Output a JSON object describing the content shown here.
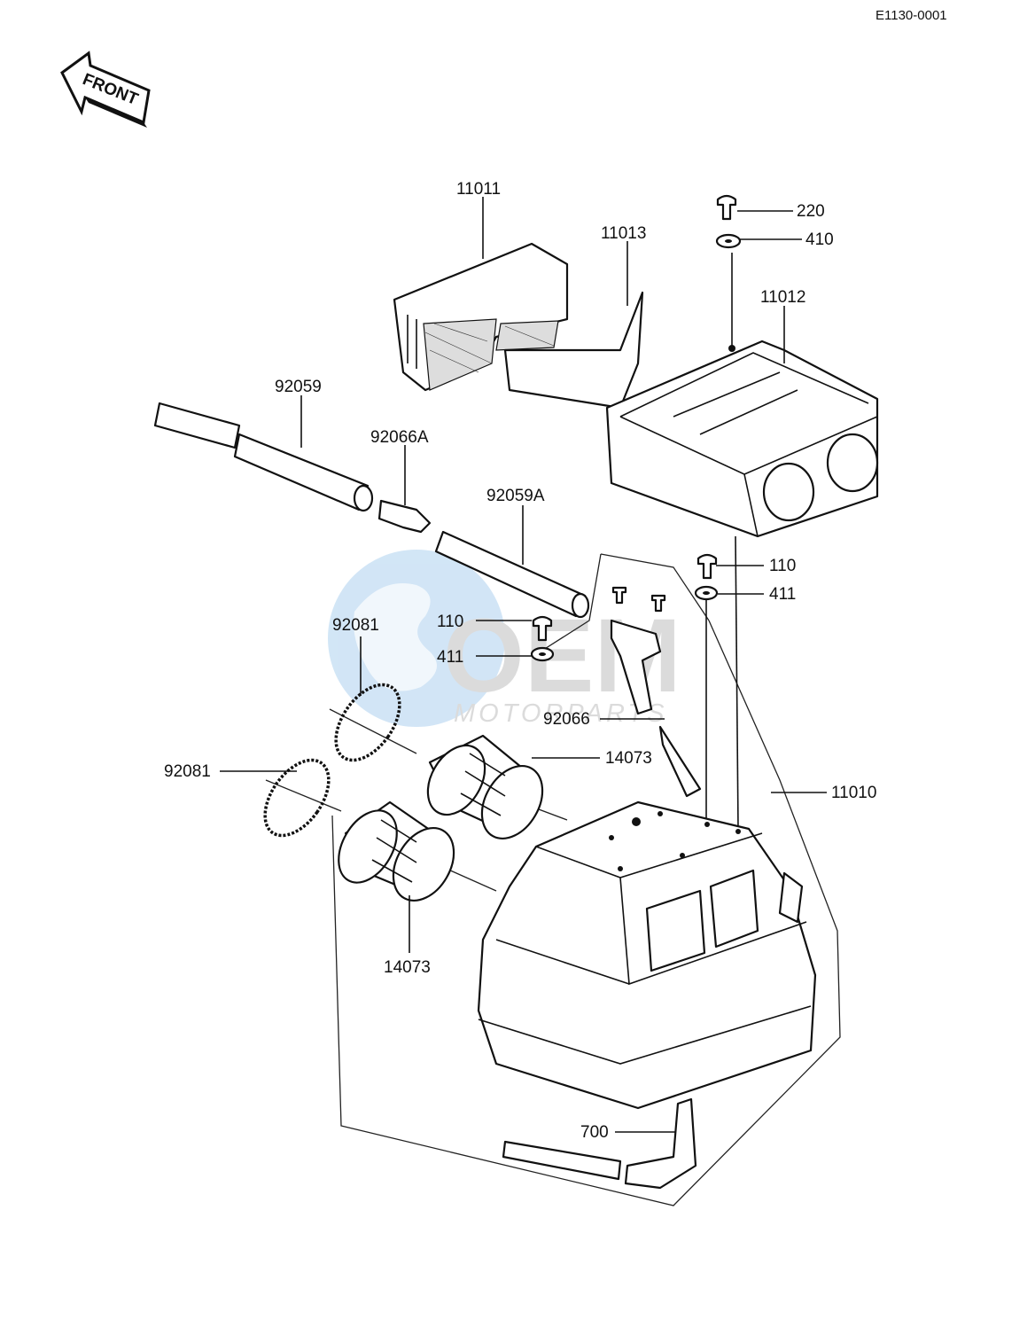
{
  "diagram": {
    "reference_code": "E1130-0001",
    "front_arrow_label": "FRONT",
    "watermark": {
      "brand": "OEM",
      "subtitle": "MOTORPARTS"
    },
    "callouts": {
      "c11011": "11011",
      "c11013": "11013",
      "c220": "220",
      "c410": "410",
      "c11012": "11012",
      "c92059": "92059",
      "c92066A": "92066A",
      "c92059A": "92059A",
      "c110a": "110",
      "c411a": "411",
      "c110b": "110",
      "c411b": "411",
      "c92081a": "92081",
      "c92066": "92066",
      "c14073a": "14073",
      "c92081b": "92081",
      "c11010": "11010",
      "c14073b": "14073",
      "c700": "700"
    }
  }
}
